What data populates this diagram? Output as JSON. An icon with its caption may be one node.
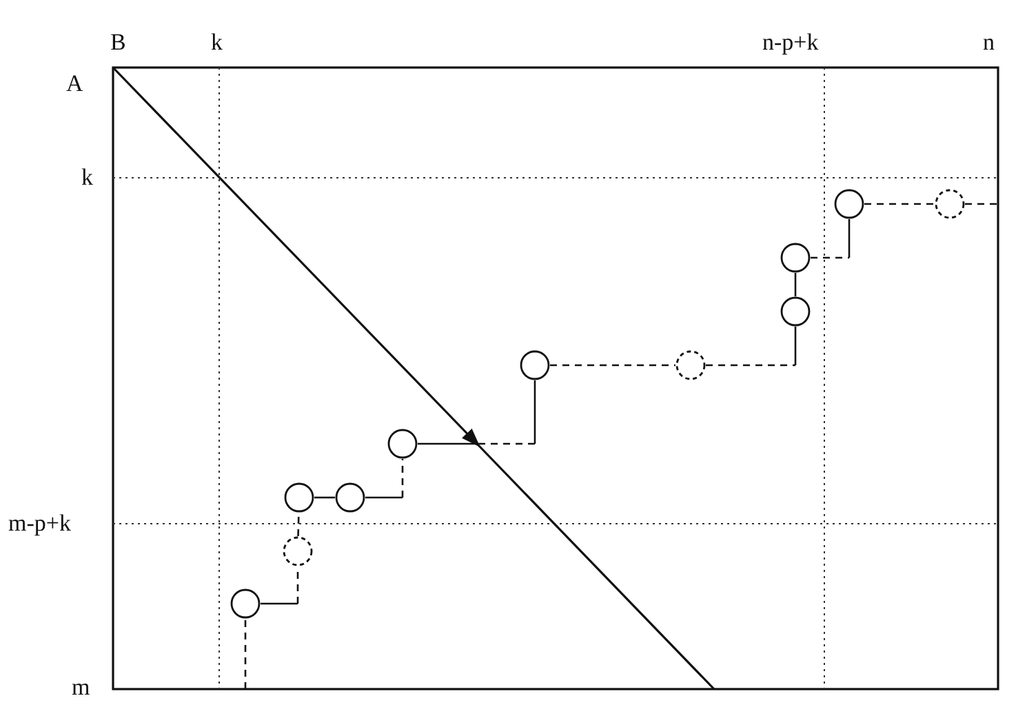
{
  "diagram": {
    "nodes": [
      {
        "text": [],
        "shape": "circle"
      },
      {
        "text": [],
        "shape": "circle"
      },
      {
        "text": [],
        "shape": "circle"
      },
      {
        "text": [],
        "shape": "circle"
      },
      {
        "text": [],
        "shape": "circle"
      },
      {
        "text": [],
        "shape": "circle"
      },
      {
        "text": [],
        "shape": "circle"
      },
      {
        "text": [],
        "shape": "circle"
      },
      {
        "text": [],
        "shape": "circle"
      },
      {
        "text": [],
        "shape": "circle"
      },
      {
        "text": [],
        "shape": "circle"
      }
    ],
    "edges": [
      {
        "from": null,
        "to": 0,
        "arrow": "none",
        "style": "dashed"
      },
      {
        "from": 0,
        "to": 1,
        "arrow": "none"
      },
      {
        "from": 1,
        "to": 2,
        "arrow": "none",
        "style": "dashed"
      },
      {
        "from": 2,
        "to": 3,
        "arrow": "none"
      },
      {
        "from": 3,
        "to": 4,
        "arrow": "none",
        "style": "dashed"
      },
      {
        "from": 4,
        "to": 5,
        "arrow": "none"
      },
      {
        "from": 5,
        "to": 6,
        "arrow": "none",
        "style": "dashed"
      },
      {
        "from": 6,
        "to": 7,
        "arrow": "none",
        "style": "dashed"
      },
      {
        "from": 7,
        "to": 8,
        "arrow": "none"
      },
      {
        "from": 8,
        "to": 9,
        "arrow": "none",
        "style": "dashed"
      },
      {
        "from": 9,
        "to": 10,
        "arrow": "none",
        "style": "dashed"
      },
      {
        "from": 10,
        "to": null,
        "arrow": "none",
        "style": "dashed"
      }
    ],
    "labels": [
      "B",
      "k",
      "n-p+k",
      "n",
      "A",
      "k",
      "m-p+k",
      "m"
    ]
  }
}
